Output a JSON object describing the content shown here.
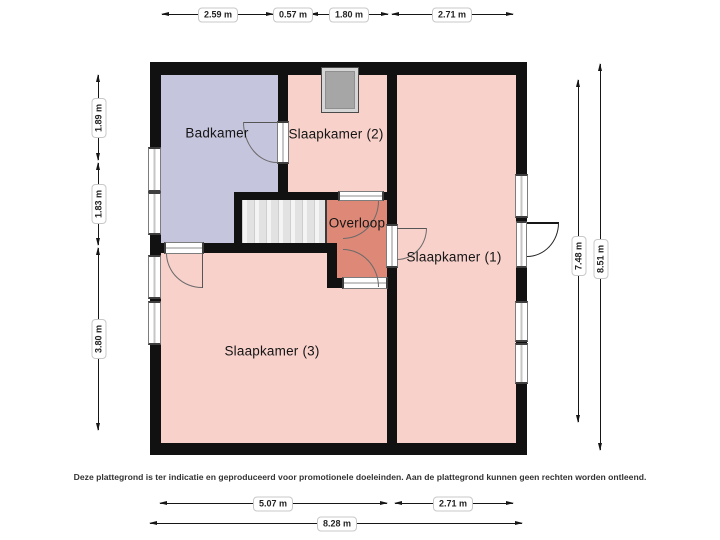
{
  "rooms": {
    "badkamer": {
      "label": "Badkamer",
      "color": "#c6c5de"
    },
    "slaapkamer_2": {
      "label": "Slaapkamer (2)",
      "color": "#f8d1cb"
    },
    "slaapkamer_1": {
      "label": "Slaapkamer (1)",
      "color": "#f8d1cb"
    },
    "slaapkamer_3": {
      "label": "Slaapkamer (3)",
      "color": "#f8d1cb"
    },
    "overloop": {
      "label": "Overloop",
      "color": "#de8978"
    }
  },
  "dimensions": {
    "top": [
      "2.59 m",
      "0.57 m",
      "1.80 m",
      "2.71 m"
    ],
    "left": [
      "1.89 m",
      "1.83 m",
      "3.80 m"
    ],
    "right": [
      "7.48 m",
      "8.51 m"
    ],
    "bottom": [
      "5.07 m",
      "2.71 m",
      "8.28 m"
    ]
  },
  "disclaimer": "Deze plattegrond is ter indicatie en geproduceerd voor promotionele doeleinden. Aan de plattegrond kunnen geen rechten worden ontleend.",
  "colors": {
    "background": "#ffffff",
    "wall": "#111111",
    "room_pink": "#f8d1cb",
    "room_lavender": "#c6c5de",
    "room_salmon": "#de8978",
    "stairs": "#ececec",
    "chimney": "#a6a6a6",
    "dimension_line": "#161616"
  }
}
